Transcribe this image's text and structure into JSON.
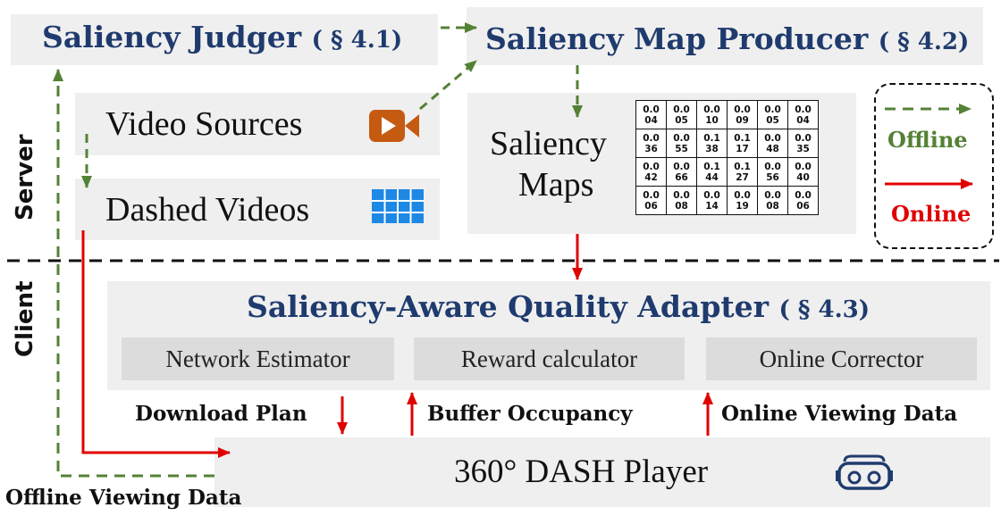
{
  "saliency_judger": {
    "name": "Saliency Judger",
    "section": "( § 4.1)"
  },
  "saliency_map_producer": {
    "name": "Saliency Map Producer",
    "section": "( § 4.2)"
  },
  "video_sources": {
    "label": "Video Sources"
  },
  "dashed_videos": {
    "label": "Dashed Videos"
  },
  "saliency_maps": {
    "label_line1": "Saliency",
    "label_line2": "Maps",
    "grid": [
      [
        [
          "0.0",
          "04"
        ],
        [
          "0.0",
          "05"
        ],
        [
          "0.0",
          "10"
        ],
        [
          "0.0",
          "09"
        ],
        [
          "0.0",
          "05"
        ],
        [
          "0.0",
          "04"
        ]
      ],
      [
        [
          "0.0",
          "36"
        ],
        [
          "0.0",
          "55"
        ],
        [
          "0.1",
          "38"
        ],
        [
          "0.1",
          "17"
        ],
        [
          "0.0",
          "48"
        ],
        [
          "0.0",
          "35"
        ]
      ],
      [
        [
          "0.0",
          "42"
        ],
        [
          "0.0",
          "66"
        ],
        [
          "0.1",
          "44"
        ],
        [
          "0.1",
          "27"
        ],
        [
          "0.0",
          "56"
        ],
        [
          "0.0",
          "40"
        ]
      ],
      [
        [
          "0.0",
          "06"
        ],
        [
          "0.0",
          "08"
        ],
        [
          "0.0",
          "14"
        ],
        [
          "0.0",
          "19"
        ],
        [
          "0.0",
          "08"
        ],
        [
          "0.0",
          "06"
        ]
      ]
    ]
  },
  "legend": {
    "offline": "Offline",
    "online": "Online"
  },
  "regions": {
    "server": "Server",
    "client": "Client"
  },
  "adapter": {
    "name": "Saliency-Aware Quality Adapter",
    "section": "( § 4.3)",
    "modules": [
      "Network Estimator",
      "Reward calculator",
      "Online Corrector"
    ]
  },
  "flows": {
    "download_plan": "Download Plan",
    "buffer_occupancy": "Buffer Occupancy",
    "online_viewing_data": "Online Viewing Data",
    "offline_viewing_data": "Offline Viewing Data"
  },
  "player": {
    "label": "360° DASH Player"
  },
  "colors": {
    "offline": "#548235",
    "online": "#e00000",
    "title": "#1f3b6e",
    "box": "#efefef",
    "camera": "#c55a11",
    "grid_icon": "#1e88e5",
    "vr": "#1f3b6e"
  }
}
